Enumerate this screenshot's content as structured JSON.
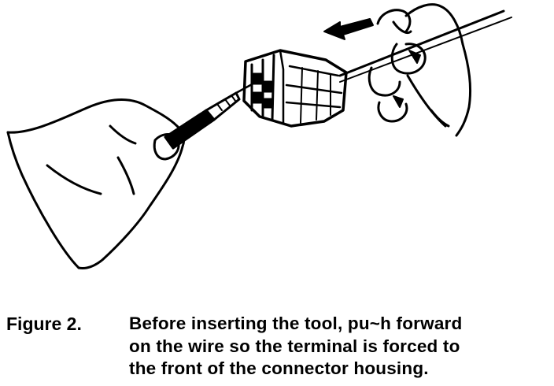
{
  "figure": {
    "label": "Figure 2.",
    "caption_lines": [
      "Before inserting the tool, pu~h forward",
      "on the wire so the terminal is forced to",
      "the front of the connector housing."
    ]
  },
  "colors": {
    "ink": "#000000",
    "paper": "#ffffff"
  }
}
